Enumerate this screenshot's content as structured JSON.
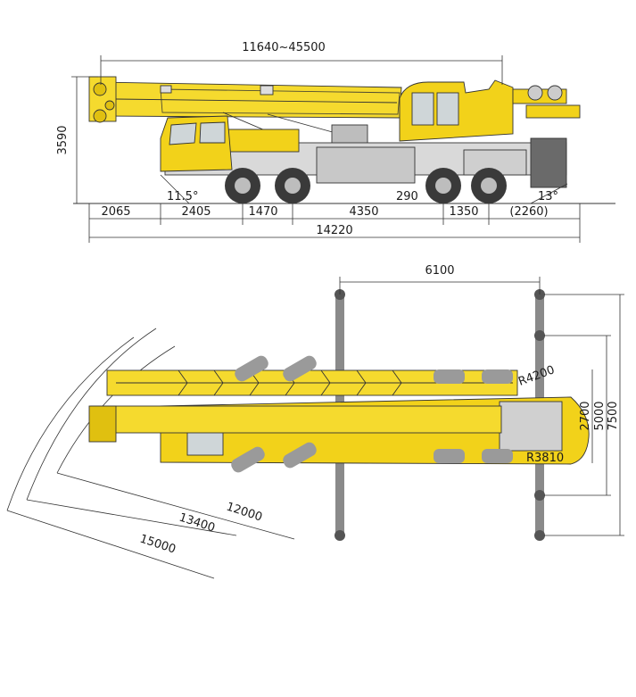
{
  "colors": {
    "body_yellow": "#f2d21a",
    "boom_yellow": "#f5da2e",
    "outline": "#333333",
    "tire_dark": "#3a3a3a",
    "counterweight_gray": "#9a9a9a",
    "outrigger_gray": "#8a8a8a"
  },
  "side_view": {
    "boom_length": "11640~45500",
    "height": "3590",
    "approach_angle": "11.5°",
    "departure_angle": "13°",
    "ground_clearance": "290",
    "segments": [
      "2065",
      "2405",
      "1470",
      "4350",
      "1350",
      "(2260)"
    ],
    "overall_length": "14220"
  },
  "top_view": {
    "outrigger_span_longitudinal": "6100",
    "rear_swing_radius": "R4200",
    "counterweight_radius": "R3810",
    "outrigger_widths": [
      "2700",
      "5000",
      "7500"
    ],
    "working_radii": [
      "12000",
      "13400",
      "15000"
    ]
  }
}
